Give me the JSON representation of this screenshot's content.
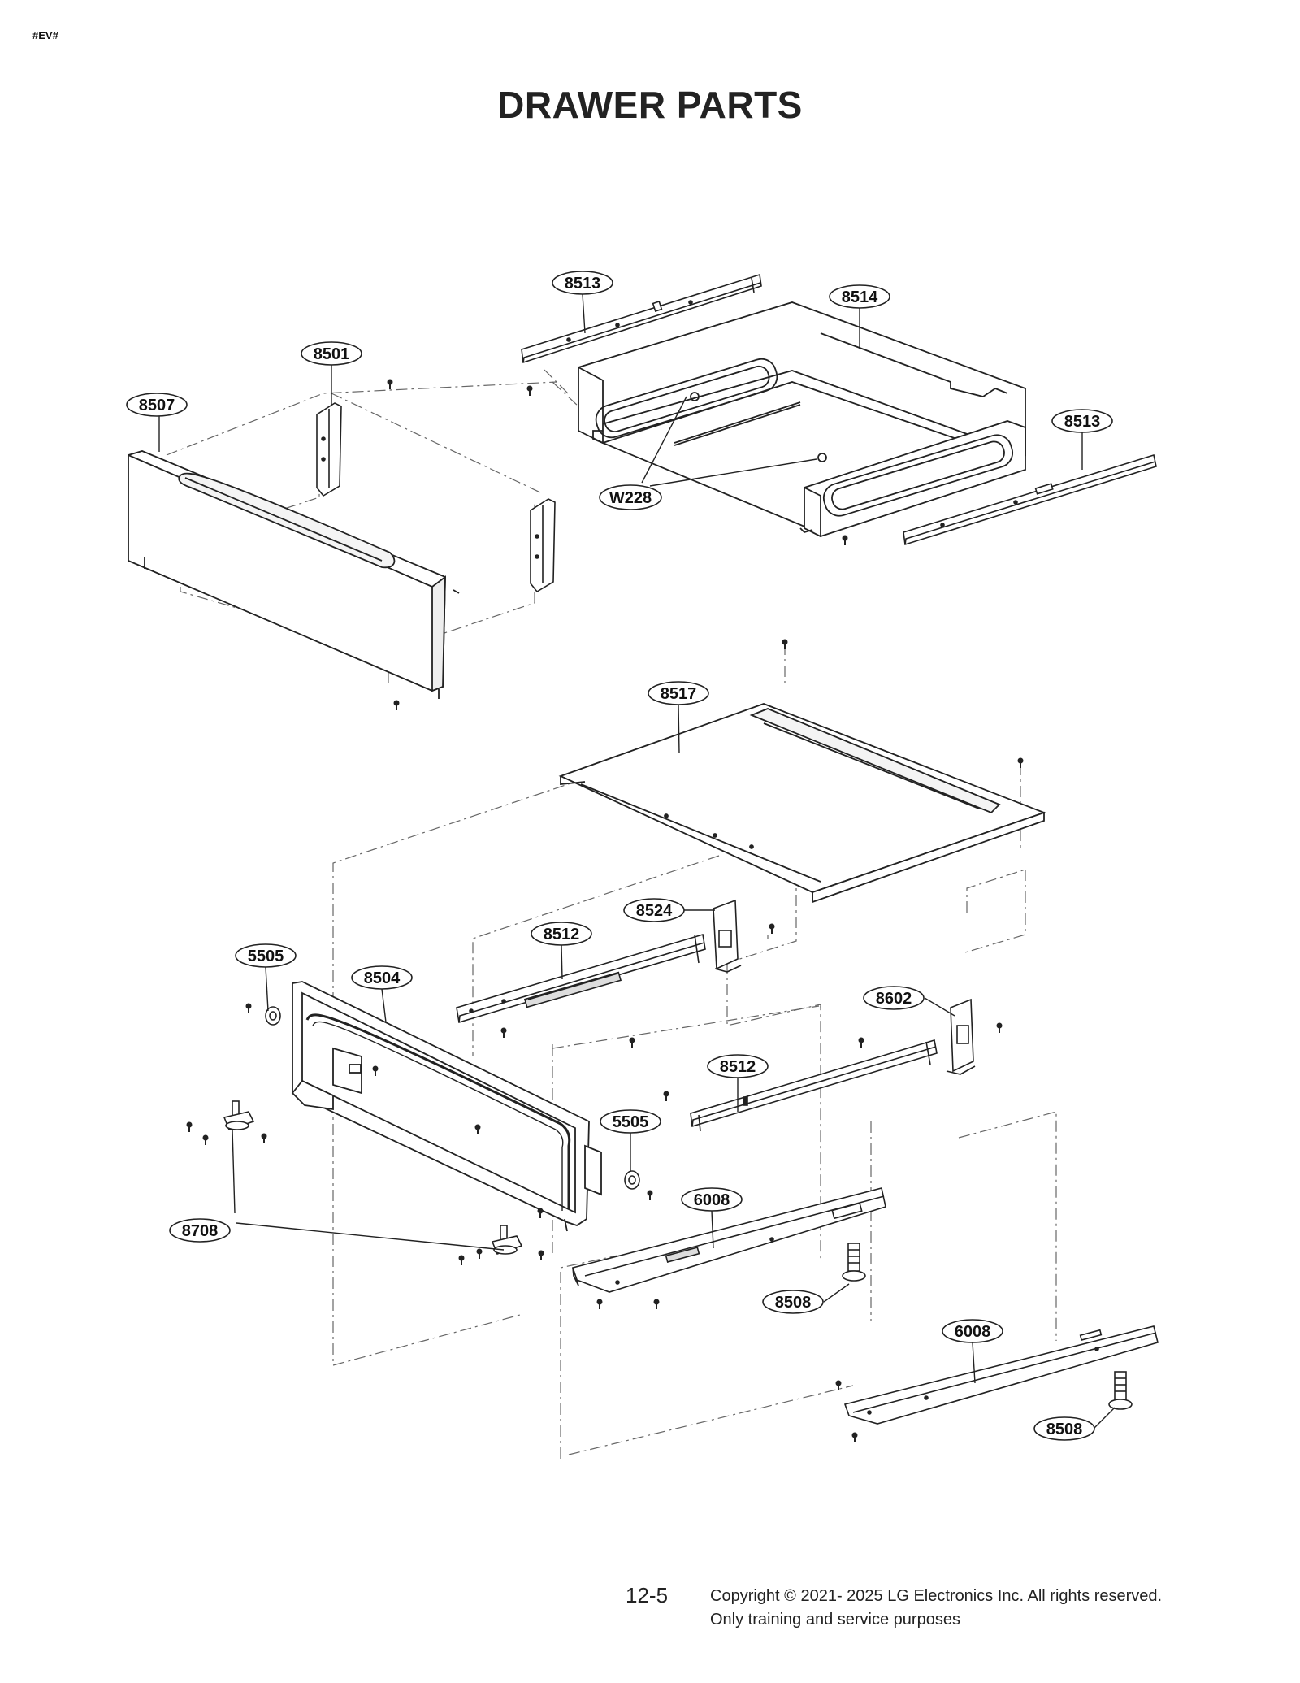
{
  "page_tag": "#EV#",
  "title": "DRAWER PARTS",
  "callouts": [
    {
      "id": "c-8513-top",
      "label": "8513"
    },
    {
      "id": "c-8514",
      "label": "8514"
    },
    {
      "id": "c-8501",
      "label": "8501"
    },
    {
      "id": "c-8507",
      "label": "8507"
    },
    {
      "id": "c-8513-right",
      "label": "8513"
    },
    {
      "id": "c-w228",
      "label": "W228"
    },
    {
      "id": "c-8517",
      "label": "8517"
    },
    {
      "id": "c-8524",
      "label": "8524"
    },
    {
      "id": "c-8512-a",
      "label": "8512"
    },
    {
      "id": "c-5505-a",
      "label": "5505"
    },
    {
      "id": "c-8504",
      "label": "8504"
    },
    {
      "id": "c-8602",
      "label": "8602"
    },
    {
      "id": "c-8512-b",
      "label": "8512"
    },
    {
      "id": "c-5505-b",
      "label": "5505"
    },
    {
      "id": "c-6008-a",
      "label": "6008"
    },
    {
      "id": "c-8708",
      "label": "8708"
    },
    {
      "id": "c-8508-a",
      "label": "8508"
    },
    {
      "id": "c-6008-b",
      "label": "6008"
    },
    {
      "id": "c-8508-b",
      "label": "8508"
    }
  ],
  "footer": {
    "page_number": "12-5",
    "copyright": "Copyright © 2021- 2025 LG Electronics Inc. All rights reserved.",
    "usage": "Only training and service purposes"
  }
}
